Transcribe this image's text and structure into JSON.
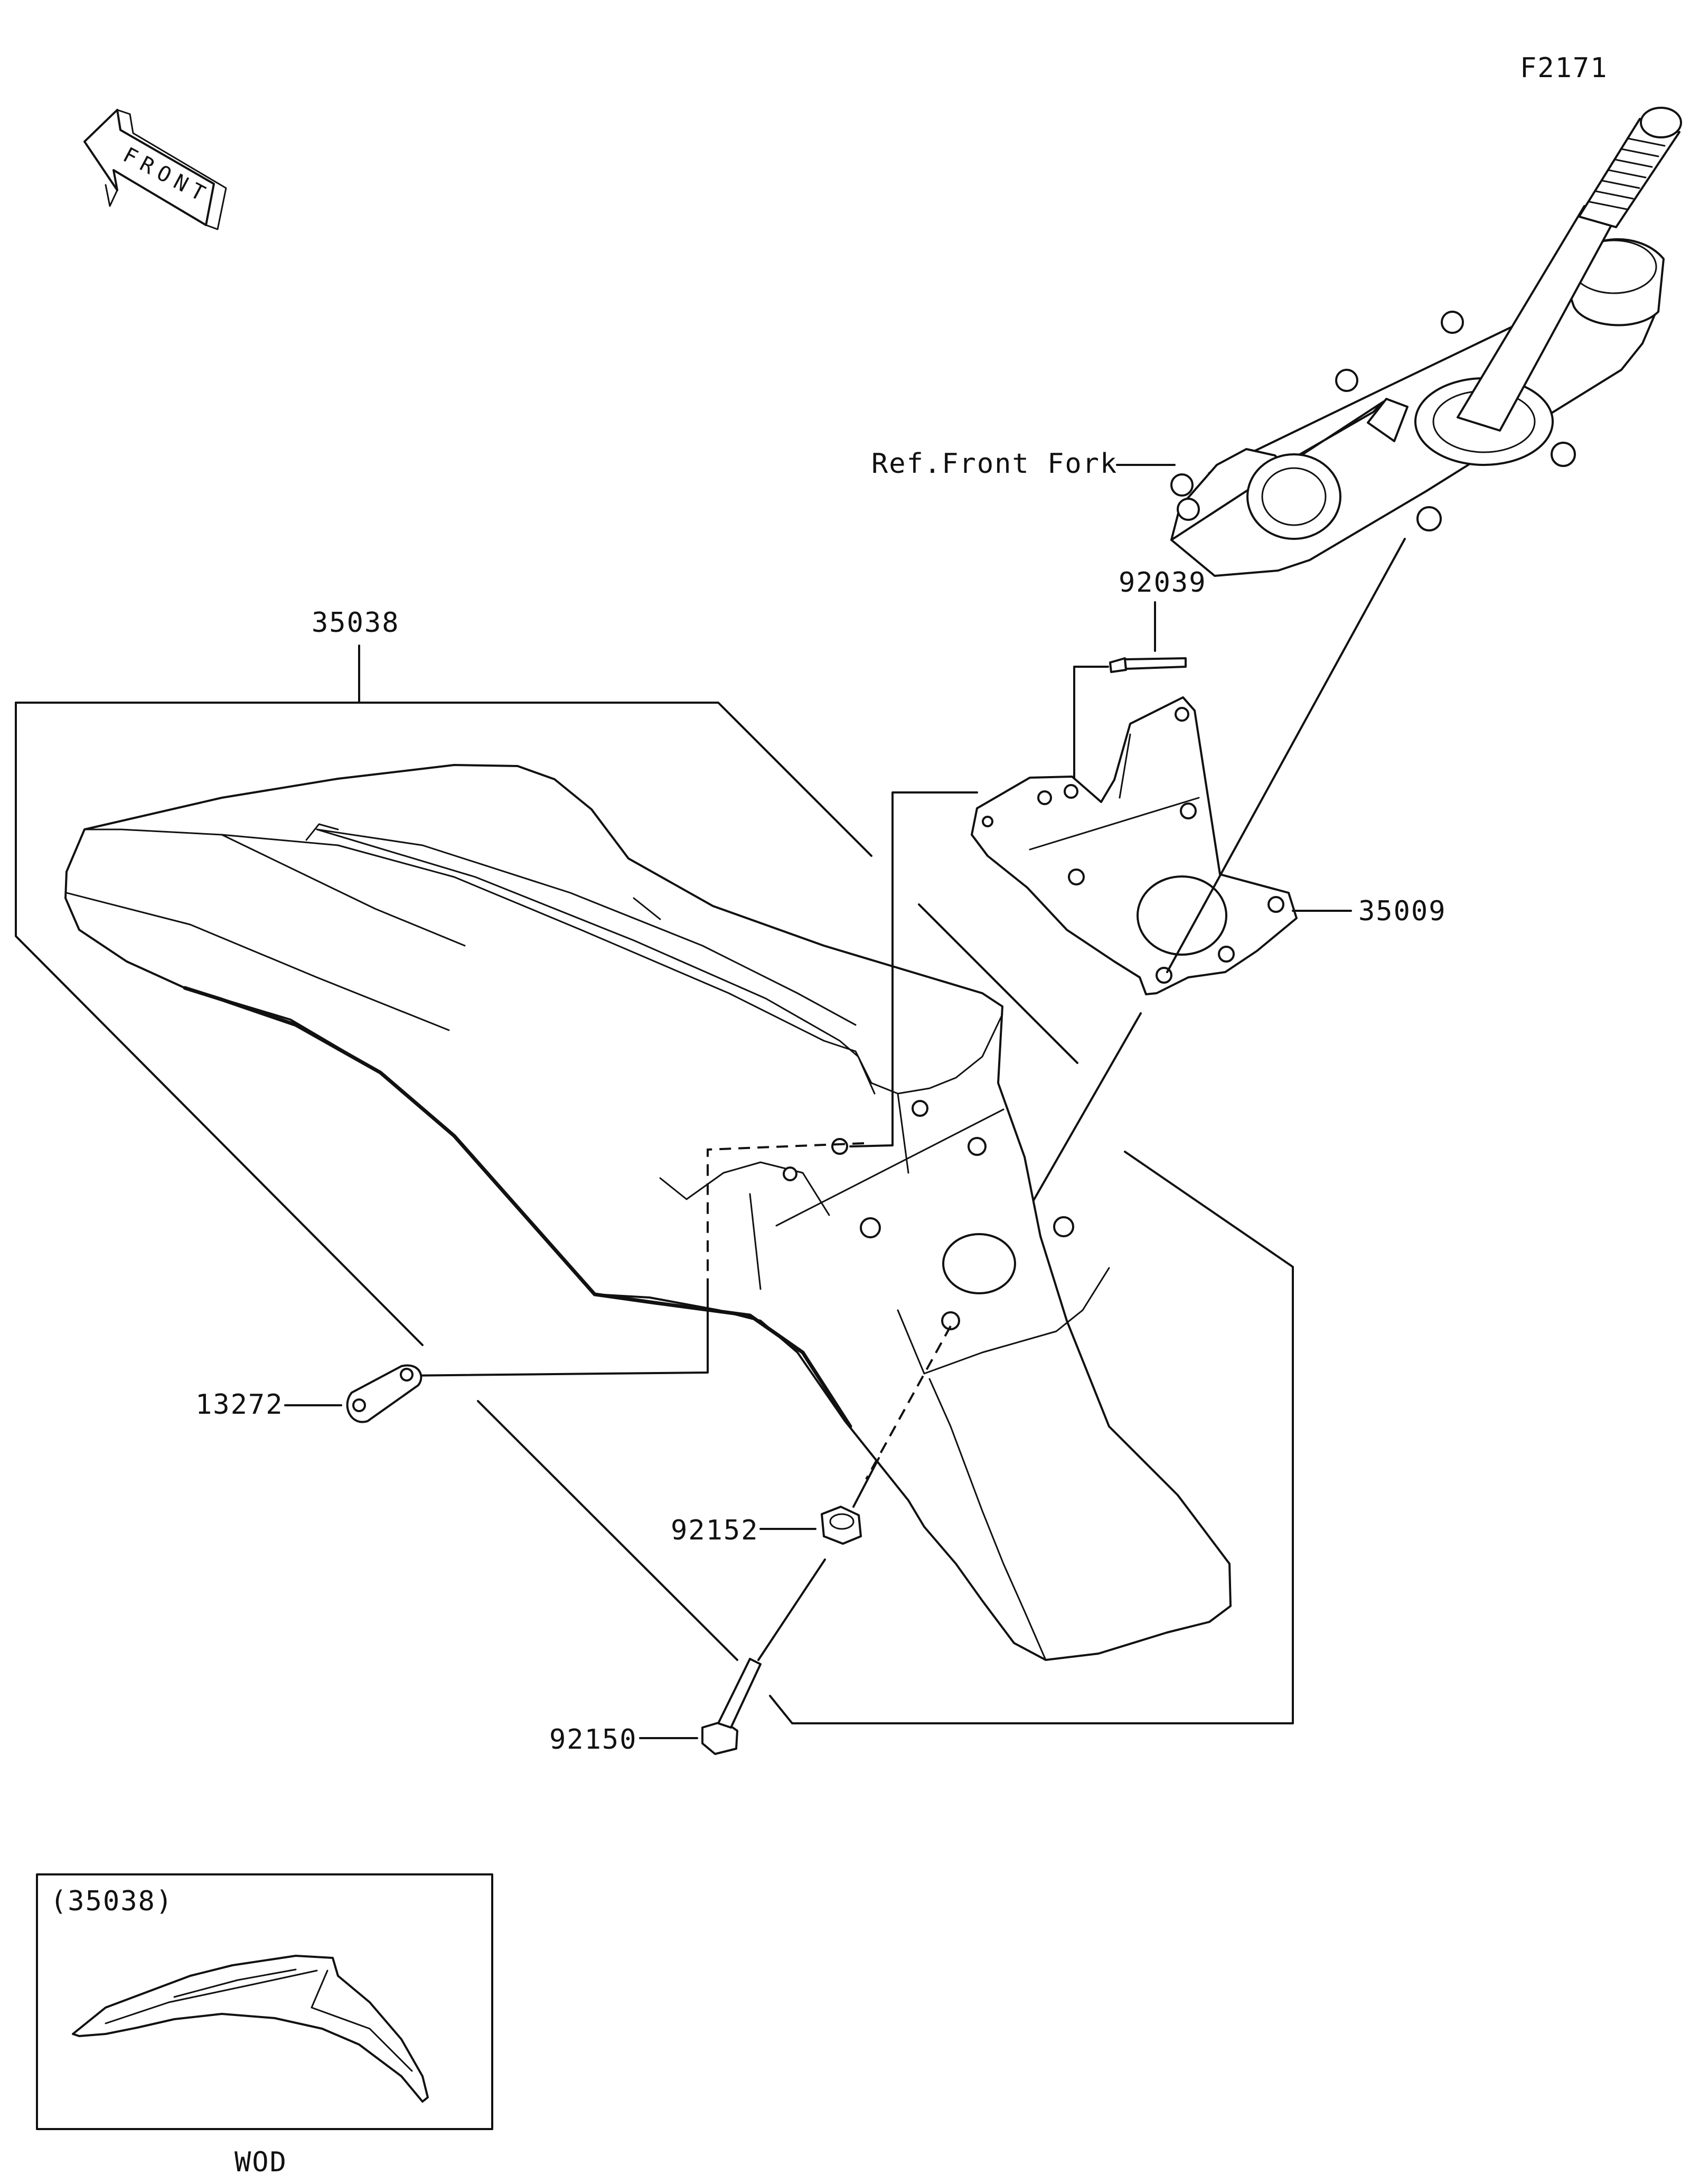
{
  "figure_code": "F2171",
  "front_arrow_text": "FRONT",
  "reference_label": "Ref.Front Fork",
  "parts": [
    {
      "number": "35038"
    },
    {
      "number": "92039"
    },
    {
      "number": "35009"
    },
    {
      "number": "13272"
    },
    {
      "number": "92152"
    },
    {
      "number": "92150"
    }
  ],
  "inset": {
    "part_ref": "(35038)",
    "variant": "WOD"
  }
}
